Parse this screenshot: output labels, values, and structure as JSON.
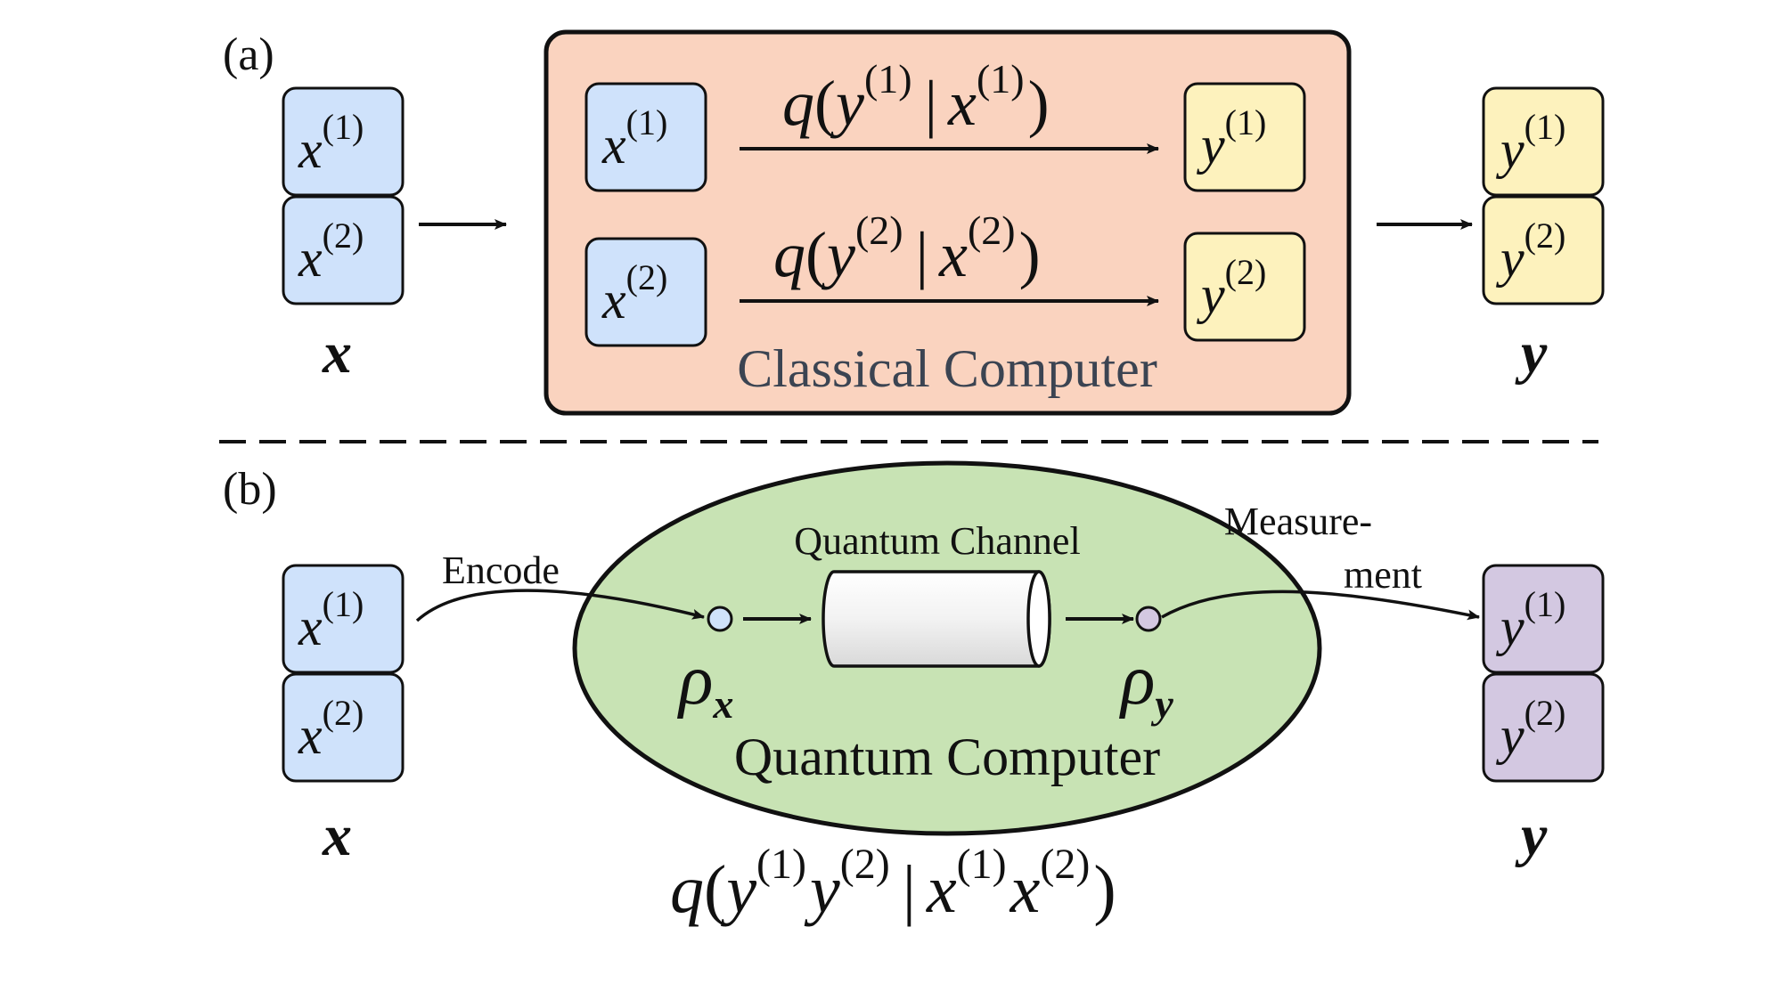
{
  "panel_a": {
    "label": "(a)",
    "input": {
      "cells": [
        {
          "var": "x",
          "index": "(1)"
        },
        {
          "var": "x",
          "index": "(2)"
        }
      ],
      "vector": "x"
    },
    "computer": {
      "title": "Classical Computer",
      "rows": [
        {
          "in": {
            "var": "x",
            "index": "(1)"
          },
          "out": {
            "var": "y",
            "index": "(1)"
          },
          "formula": {
            "q": "q",
            "open": "(",
            "y": "y",
            "yi": "(1)",
            "bar": "|",
            "x": "x",
            "xi": "(1)",
            "close": ")"
          }
        },
        {
          "in": {
            "var": "x",
            "index": "(2)"
          },
          "out": {
            "var": "y",
            "index": "(2)"
          },
          "formula": {
            "q": "q",
            "open": "(",
            "y": "y",
            "yi": "(2)",
            "bar": "|",
            "x": "x",
            "xi": "(2)",
            "close": ")"
          }
        }
      ]
    },
    "output": {
      "cells": [
        {
          "var": "y",
          "index": "(1)"
        },
        {
          "var": "y",
          "index": "(2)"
        }
      ],
      "vector": "y"
    }
  },
  "panel_b": {
    "label": "(b)",
    "input": {
      "cells": [
        {
          "var": "x",
          "index": "(1)"
        },
        {
          "var": "x",
          "index": "(2)"
        }
      ],
      "vector": "x"
    },
    "encode_label": "Encode",
    "computer": {
      "title": "Quantum Computer",
      "channel_label": "Quantum Channel",
      "rho_in": {
        "symbol": "ρ",
        "sub": "x"
      },
      "rho_out": {
        "symbol": "ρ",
        "sub": "y"
      }
    },
    "measurement_label_1": "Measure-",
    "measurement_label_2": "ment",
    "output": {
      "cells": [
        {
          "var": "y",
          "index": "(1)"
        },
        {
          "var": "y",
          "index": "(2)"
        }
      ],
      "vector": "y"
    },
    "joint_formula": {
      "q": "q",
      "open": "(",
      "y1": "y",
      "y1i": "(1)",
      "y2": "y",
      "y2i": "(2)",
      "bar": "|",
      "x1": "x",
      "x1i": "(1)",
      "x2": "x",
      "x2i": "(2)",
      "close": ")"
    }
  },
  "colors": {
    "input_fill": "#cfe2fb",
    "classical_output_fill": "#fdf2bd",
    "quantum_output_fill": "#d3c8e1",
    "classical_box_fill": "#fad3bf",
    "quantum_ellipse_fill": "#c8e3b4",
    "rho_in_fill": "#cfe2fb",
    "rho_out_fill": "#d3c8e1",
    "stroke": "#111111",
    "computer_title": "#3b4452"
  }
}
